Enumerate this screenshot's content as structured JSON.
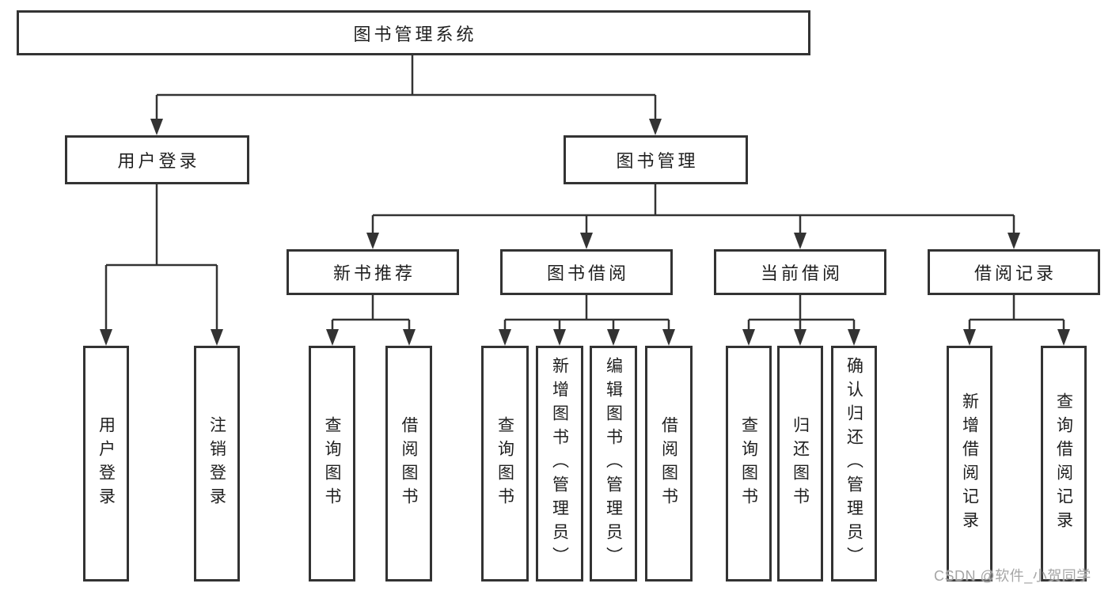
{
  "diagram": {
    "root": {
      "label": "图书管理系统"
    },
    "level2": {
      "user_login": {
        "label": "用户登录"
      },
      "book_mgmt": {
        "label": "图书管理"
      }
    },
    "level3": {
      "new_book_rec": {
        "label": "新书推荐",
        "parent": "图书管理"
      },
      "book_borrow": {
        "label": "图书借阅",
        "parent": "图书管理"
      },
      "current_borrow": {
        "label": "当前借阅",
        "parent": "图书管理"
      },
      "borrow_records": {
        "label": "借阅记录",
        "parent": "图书管理"
      }
    },
    "leaves": {
      "user_login_leaf": {
        "label": "用户登录",
        "parent": "用户登录"
      },
      "logout": {
        "label": "注销登录",
        "parent": "用户登录"
      },
      "query_book_rec": {
        "label": "查询图书",
        "parent": "新书推荐"
      },
      "borrow_book_rec": {
        "label": "借阅图书",
        "parent": "新书推荐"
      },
      "query_book_borrow": {
        "label": "查询图书",
        "parent": "图书借阅"
      },
      "add_book": {
        "label": "新增图书（管理员）",
        "parent": "图书借阅"
      },
      "edit_book": {
        "label": "编辑图书（管理员）",
        "parent": "图书借阅"
      },
      "borrow_book": {
        "label": "借阅图书",
        "parent": "图书借阅"
      },
      "query_book_current": {
        "label": "查询图书",
        "parent": "当前借阅"
      },
      "return_book": {
        "label": "归还图书",
        "parent": "当前借阅"
      },
      "confirm_return": {
        "label": "确认归还（管理员）",
        "parent": "当前借阅"
      },
      "add_borrow_record": {
        "label": "新增借阅记录",
        "parent": "借阅记录"
      },
      "query_borrow_record": {
        "label": "查询借阅记录",
        "parent": "借阅记录"
      }
    }
  },
  "watermark": {
    "text": "CSDN @软件_小贺同学"
  },
  "colors": {
    "line": "#333333",
    "box_border": "#333333",
    "box_fill": "#ffffff",
    "text": "#1f1f1f",
    "watermark": "#a6a6a6",
    "background": "#ffffff"
  }
}
